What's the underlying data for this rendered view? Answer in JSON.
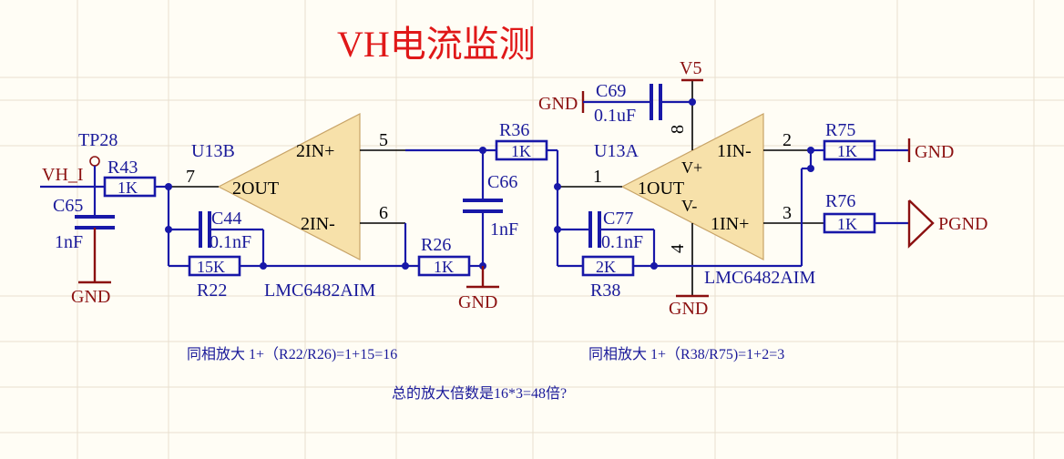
{
  "title": "VH电流监测",
  "labels": {
    "tp28": "TP28",
    "vh_i": "VH_I",
    "r43": "R43",
    "r43_val": "1K",
    "c65": "C65",
    "c65_val": "1nF",
    "u13b": "U13B",
    "pin7": "7",
    "pin5": "5",
    "pin6": "6",
    "u13b_in_plus": "2IN+",
    "u13b_in_minus": "2IN-",
    "u13b_out": "2OUT",
    "c44": "C44",
    "c44_val": "0.1nF",
    "r22": "R22",
    "r22_val": "15K",
    "u13b_part": "LMC6482AIM",
    "r26": "R26",
    "r26_val": "1K",
    "r36": "R36",
    "r36_val": "1K",
    "c66": "C66",
    "c66_val": "1nF",
    "u13a": "U13A",
    "pin1": "1",
    "pin2": "2",
    "pin3": "3",
    "pin8": "8",
    "pin4": "4",
    "u13a_in_minus": "1IN-",
    "u13a_in_plus": "1IN+",
    "u13a_out": "1OUT",
    "vplus": "V+",
    "vminus": "V-",
    "c69": "C69",
    "c69_val": "0.1uF",
    "c77": "C77",
    "c77_val": "0.1nF",
    "r38": "R38",
    "r38_val": "2K",
    "u13a_part": "LMC6482AIM",
    "r75": "R75",
    "r75_val": "1K",
    "r76": "R76",
    "r76_val": "1K",
    "v5": "V5",
    "gnd": "GND",
    "pgnd": "PGND"
  },
  "notes": {
    "gain1": "同相放大 1+（R22/R26)=1+15=16",
    "gain2": "同相放大 1+（R38/R75)=1+2=3",
    "total": "总的放大倍数是16*3=48倍?"
  },
  "colors": {
    "title": "#e01818",
    "wire": "#1818a8",
    "power": "#8b1010",
    "opamp_fill": "#f7e1aa",
    "background": "#fffdf5"
  }
}
